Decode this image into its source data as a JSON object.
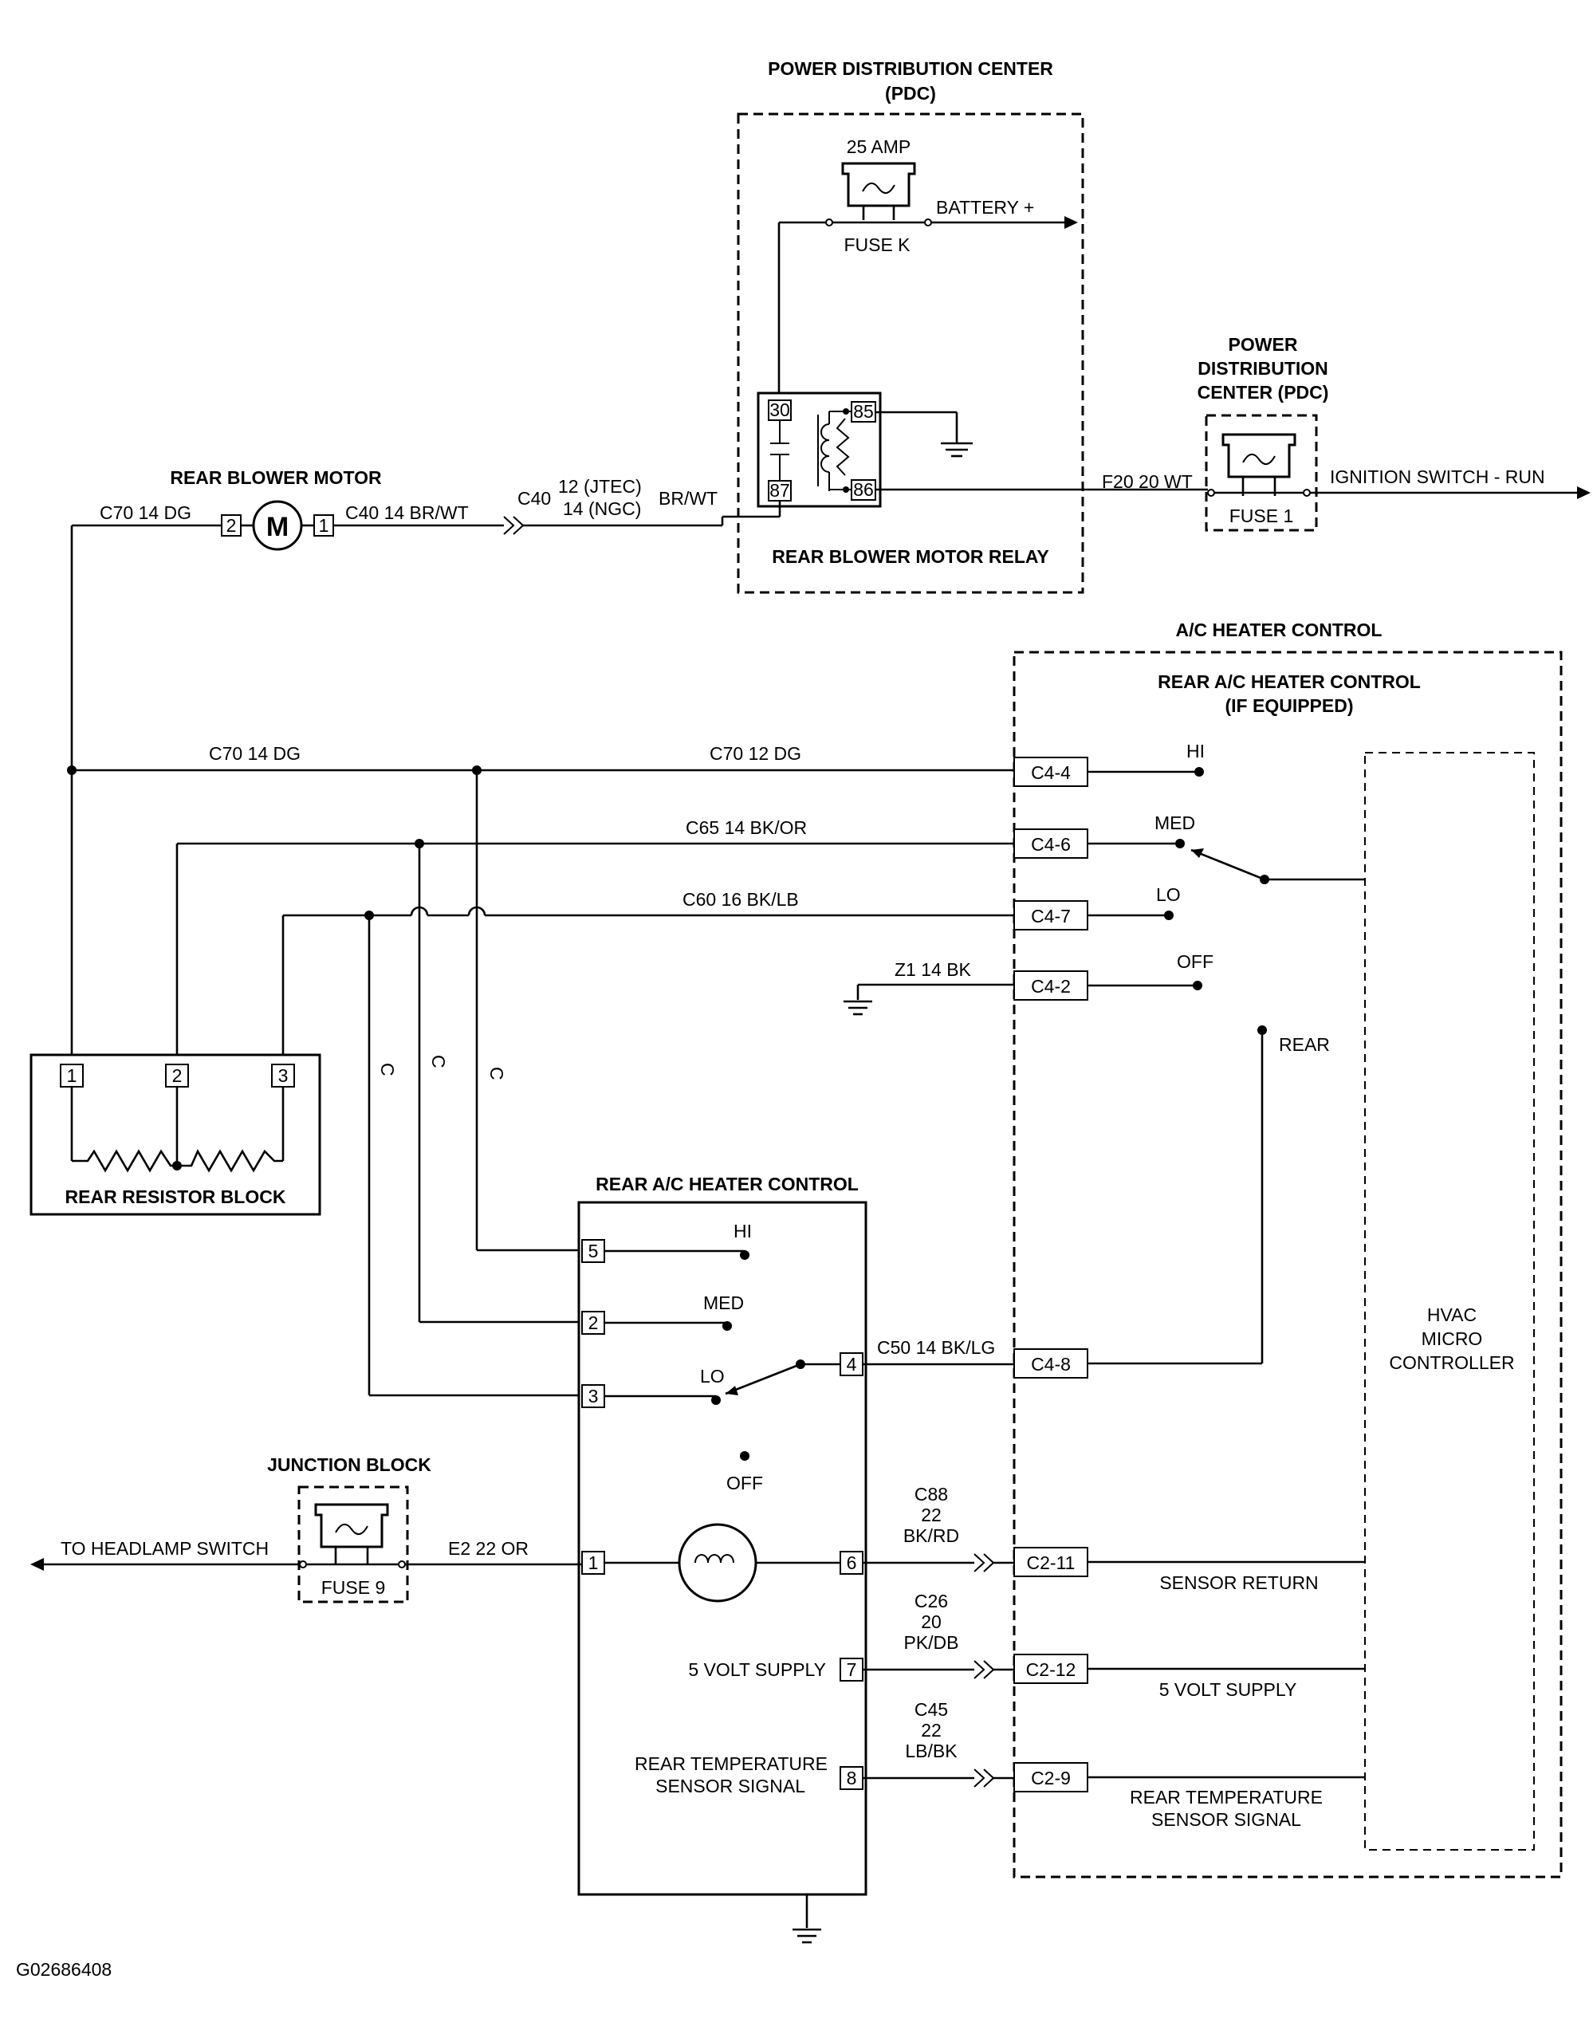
{
  "pdc": {
    "title_line1": "POWER DISTRIBUTION CENTER",
    "title_line2": "(PDC)",
    "fuse_rating": "25 AMP",
    "fuse_name": "FUSE K",
    "battery": "BATTERY +",
    "relay_title": "REAR BLOWER MOTOR RELAY",
    "relay_pins": [
      "30",
      "87",
      "85",
      "86"
    ]
  },
  "pdc_fuse1": {
    "title_line1": "POWER",
    "title_line2": "DISTRIBUTION",
    "title_line3": "CENTER (PDC)",
    "fuse_name": "FUSE 1",
    "wire": "F20 20 WT",
    "destination": "IGNITION SWITCH - RUN"
  },
  "blower": {
    "title": "REAR BLOWER MOTOR",
    "symbol": "M",
    "pin_left": "2",
    "pin_right": "1",
    "wire_left": "C70 14 DG",
    "wire_right": "C40 14 BR/WT",
    "relay_wire_name": "C40",
    "relay_wire_jtec": "12 (JTEC)",
    "relay_wire_ngc": "14 (NGC)",
    "relay_wire_color": "BR/WT"
  },
  "ac_control": {
    "title": "A/C HEATER CONTROL",
    "sub_title_line1": "REAR A/C HEATER CONTROL",
    "sub_title_line2": "(IF EQUIPPED)",
    "micro_line1": "HVAC",
    "micro_line2": "MICRO",
    "micro_line3": "CONTROLLER",
    "connectors": [
      "C4-4",
      "C4-6",
      "C4-7",
      "C4-2",
      "C4-8",
      "C2-11",
      "C2-12",
      "C2-9"
    ],
    "switch_labels": [
      "HI",
      "MED",
      "LO",
      "OFF",
      "REAR"
    ],
    "sensor_return": "SENSOR RETURN",
    "volt_supply": "5 VOLT SUPPLY",
    "temp_signal_line1": "REAR TEMPERATURE",
    "temp_signal_line2": "SENSOR SIGNAL"
  },
  "wires": {
    "c70_left": "C70 14 DG",
    "c70_right": "C70 12 DG",
    "c65": "C65 14 BK/OR",
    "c60": "C60 16 BK/LB",
    "z1": "Z1 14 BK",
    "c50": "C50 14 BK/LG",
    "e2": "E2 22 OR",
    "c88": [
      "C88",
      "22",
      "BK/RD"
    ],
    "c26": [
      "C26",
      "20",
      "PK/DB"
    ],
    "c45": [
      "C45",
      "22",
      "LB/BK"
    ],
    "c_label": "C"
  },
  "resistor": {
    "title": "REAR RESISTOR BLOCK",
    "pins": [
      "1",
      "2",
      "3"
    ]
  },
  "rear_control": {
    "title": "REAR A/C HEATER CONTROL",
    "pins": [
      "5",
      "2",
      "3",
      "4",
      "1",
      "6",
      "7",
      "8"
    ],
    "labels": [
      "HI",
      "MED",
      "LO",
      "OFF"
    ],
    "volt_supply": "5 VOLT SUPPLY",
    "temp_signal_line1": "REAR TEMPERATURE",
    "temp_signal_line2": "SENSOR SIGNAL"
  },
  "junction": {
    "title": "JUNCTION BLOCK",
    "fuse_name": "FUSE 9",
    "destination": "TO HEADLAMP SWITCH"
  },
  "figure_id": "G02686408"
}
